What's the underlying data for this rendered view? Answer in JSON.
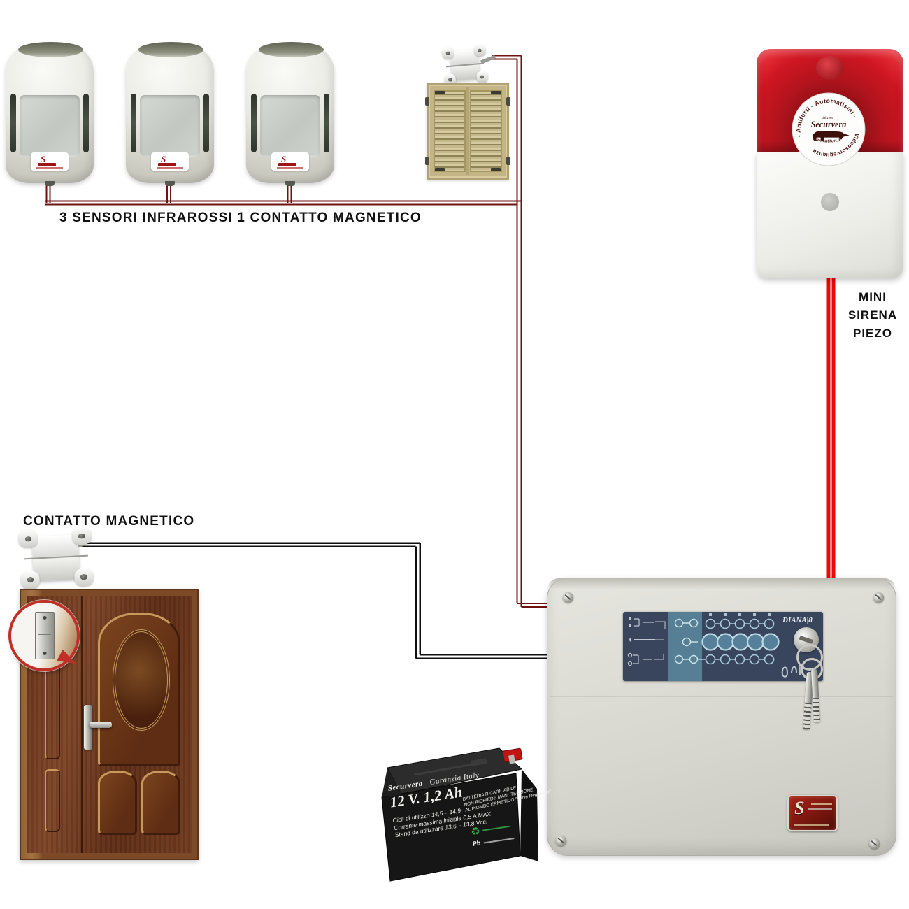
{
  "headings": {
    "sensors": "3 SENSORI INFRAROSSI 1 CONTATTO MAGNETICO",
    "door_contact": "CONTATTO MAGNETICO",
    "siren": [
      "MINI",
      "SIRENA",
      "PIEZO"
    ]
  },
  "siren_logo": {
    "arc_top": "- Antifurti - Automatismi -",
    "arc_bottom": "Videosorveglianza",
    "since": "dal 1969",
    "brand": "Securvera",
    "url": "www.antifurt.it"
  },
  "panel": {
    "model": "DIANA|8"
  },
  "battery": {
    "brand": "Securvera",
    "warranty": "Garanzia Italy",
    "rating": "12 V. 1,2 Ah",
    "type_lines": [
      "BATTERIA RICARICABILE",
      "NON RICHIEDE MANUTENZIONE",
      "AL PIOMBO ERMETICO \"Valve Regulated\""
    ],
    "spec_lines": [
      "Cicli di utilizzo 14,5 – 14,9",
      "Corrente massima iniziale 0,5 A MAX",
      "Stand da utilizzare 13,6 – 13,8 Vcc."
    ],
    "pb": "Pb",
    "recycle_glyph": "♻"
  },
  "icons": {
    "screw": "screw-icon",
    "recycle": "recycle-icon",
    "key": "key-icon"
  },
  "colors": {
    "wire-dark": "#6e1212",
    "wire-black": "#101010",
    "wire-red": "#e90a0a",
    "siren-red": "#cf1622",
    "label-navy": "#39455c",
    "label-blue": "#567f95",
    "door-wood": "#6e3a1d",
    "shutter-tan": "#cdc092",
    "battery-black": "#161616"
  }
}
